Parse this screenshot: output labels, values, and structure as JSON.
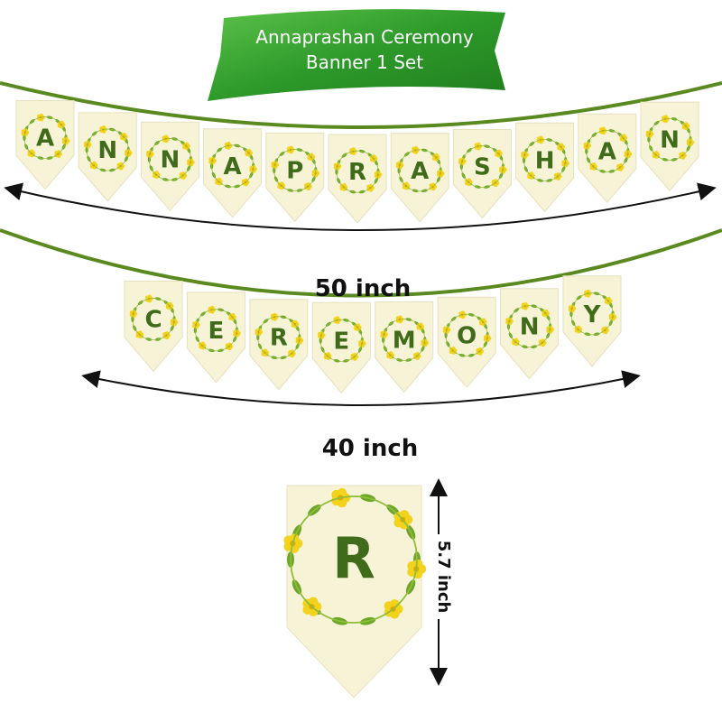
{
  "title": {
    "line1": "Annaprashan Ceremony",
    "line2": "Banner 1 Set"
  },
  "banner1": {
    "letters": [
      "A",
      "N",
      "N",
      "A",
      "P",
      "R",
      "A",
      "S",
      "H",
      "A",
      "N"
    ],
    "length_label": "50 inch"
  },
  "banner2": {
    "letters": [
      "C",
      "E",
      "R",
      "E",
      "M",
      "O",
      "N",
      "Y"
    ],
    "length_label": "40 inch"
  },
  "single_flag": {
    "letter": "R",
    "height_label": "5.7 inch"
  },
  "colors": {
    "ribbon_green": "#2e9a2a",
    "string_green": "#5a8a1f",
    "flag_cream": "#f7f3d6",
    "letter_green": "#3f6b1a",
    "flower_yellow": "#f2d21b",
    "leaf_green": "#6ea62a"
  }
}
